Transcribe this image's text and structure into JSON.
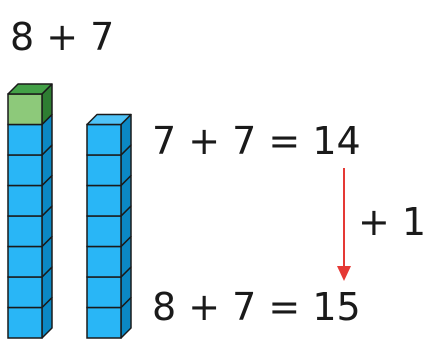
{
  "title": "8 + 7",
  "equation_top": "7 + 7 = 14",
  "equation_bottom": "8 + 7 = 15",
  "step_label": "+ 1",
  "tower_left": {
    "blue_cubes": 7,
    "green_cubes": 1
  },
  "tower_right": {
    "blue_cubes": 7
  },
  "colors": {
    "blue_front": "#29b6f6",
    "blue_top": "#4fc3f7",
    "blue_side": "#0b88c4",
    "green_front": "#8dc97a",
    "green_top": "#43a047",
    "green_side": "#2e7d32",
    "arrow": "#e53935"
  }
}
